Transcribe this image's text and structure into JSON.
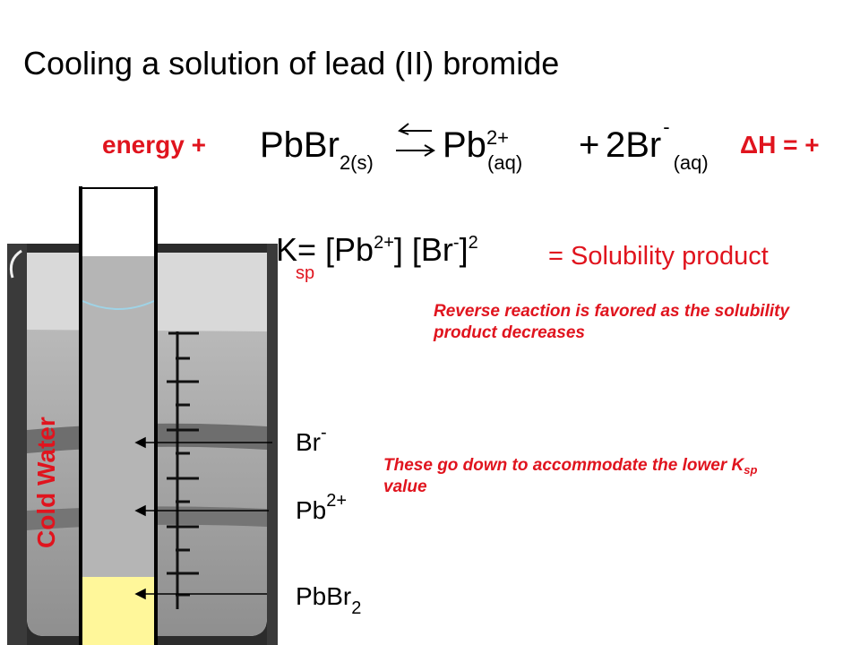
{
  "title": "Cooling a solution of lead (II) bromide",
  "equation": {
    "energy": "energy +",
    "reactant": "PbBr",
    "reactant_sub": "2(s)",
    "product1": "Pb",
    "product1_sup": "2+",
    "product1_sub": "(aq)",
    "plus": "+",
    "product2": "2Br",
    "product2_sup": "-",
    "product2_sub": "(aq)",
    "delta_h": "ΔH = +"
  },
  "ksp": {
    "k": "K",
    "k_sub": "sp",
    "eq": "= [Pb",
    "sup1": "2+",
    "mid": "] [Br",
    "sup2": "-",
    "close": "]",
    "sup3": "2",
    "definition": "= Solubility product"
  },
  "notes": {
    "reverse": "Reverse reaction is favored as the solubility product decreases",
    "down_main": "These go down to accommodate the lower K",
    "down_sub": "sp",
    "down_end": " value"
  },
  "labels": {
    "br": "Br",
    "br_sup": "-",
    "pb": "Pb",
    "pb_sup": "2+",
    "pbbr": "PbBr",
    "pbbr_sub": "2"
  },
  "beaker_label": "Cold Water",
  "colors": {
    "accent_red": "#e0141e",
    "precipitate": "#fff79a",
    "water_gray": "#a9a9a9"
  }
}
